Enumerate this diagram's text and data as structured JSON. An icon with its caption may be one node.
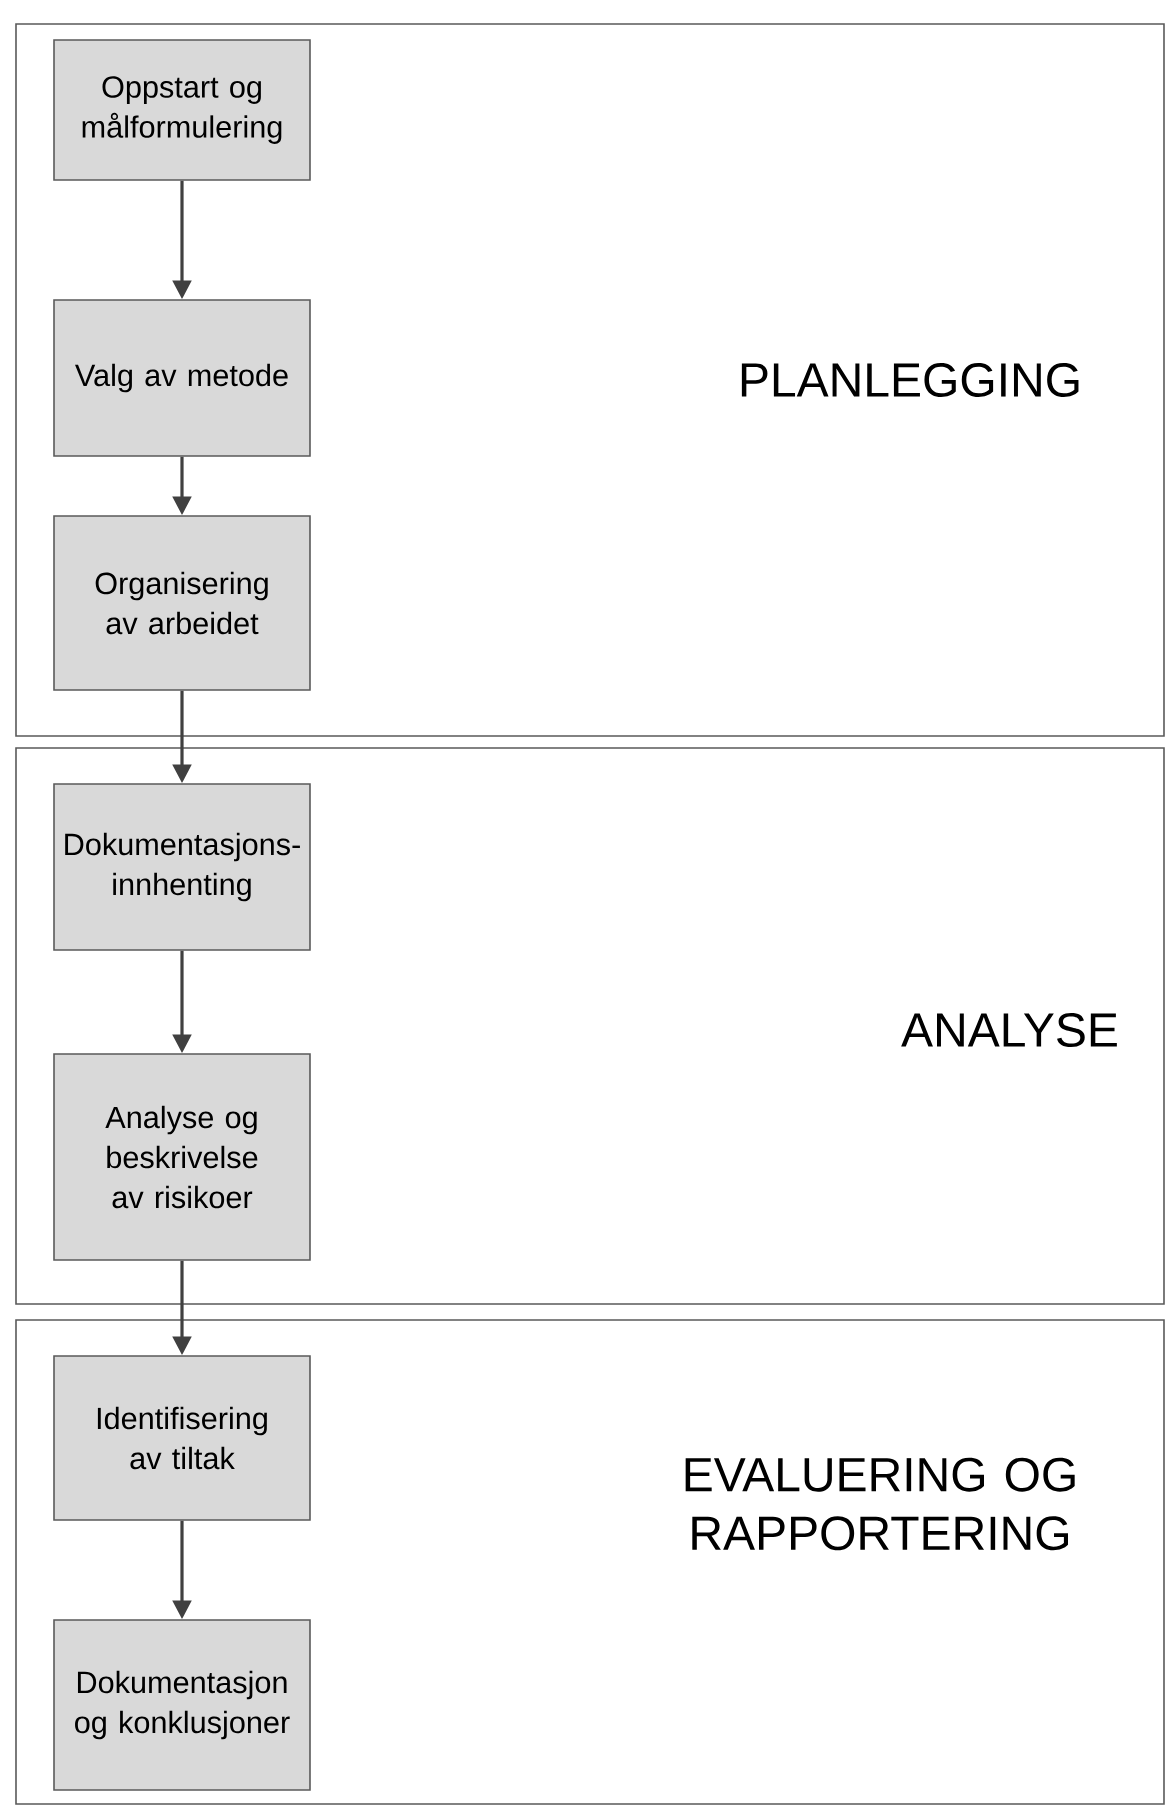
{
  "diagram": {
    "nodes": [
      {
        "text": [
          "PLANLEGGING"
        ]
      },
      {
        "text": [
          "Oppstart og målformulering"
        ],
        "in": 0
      },
      {
        "text": [
          "Valg av metode"
        ],
        "in": 0
      },
      {
        "text": [
          "Organisering av arbeidet"
        ],
        "in": 0
      },
      {
        "text": [
          "ANALYSE"
        ]
      },
      {
        "text": [
          "Dokumentasjons- innhenting"
        ],
        "in": 4
      },
      {
        "text": [
          "Analyse og beskrivelse av risikoer"
        ],
        "in": 4
      },
      {
        "text": [
          "EVALUERING OG RAPPORTERING"
        ]
      },
      {
        "text": [
          "Identifisering av tiltak"
        ],
        "in": 7
      },
      {
        "text": [
          "Dokumentasjon og konklusjoner"
        ],
        "in": 7
      }
    ],
    "edges": [
      {
        "from": 1,
        "to": 2,
        "arrow": "to"
      },
      {
        "from": 2,
        "to": 3,
        "arrow": "to"
      },
      {
        "from": 3,
        "to": 5,
        "arrow": "to"
      },
      {
        "from": 5,
        "to": 6,
        "arrow": "to"
      },
      {
        "from": 6,
        "to": 8,
        "arrow": "to"
      },
      {
        "from": 8,
        "to": 9,
        "arrow": "to"
      }
    ]
  }
}
